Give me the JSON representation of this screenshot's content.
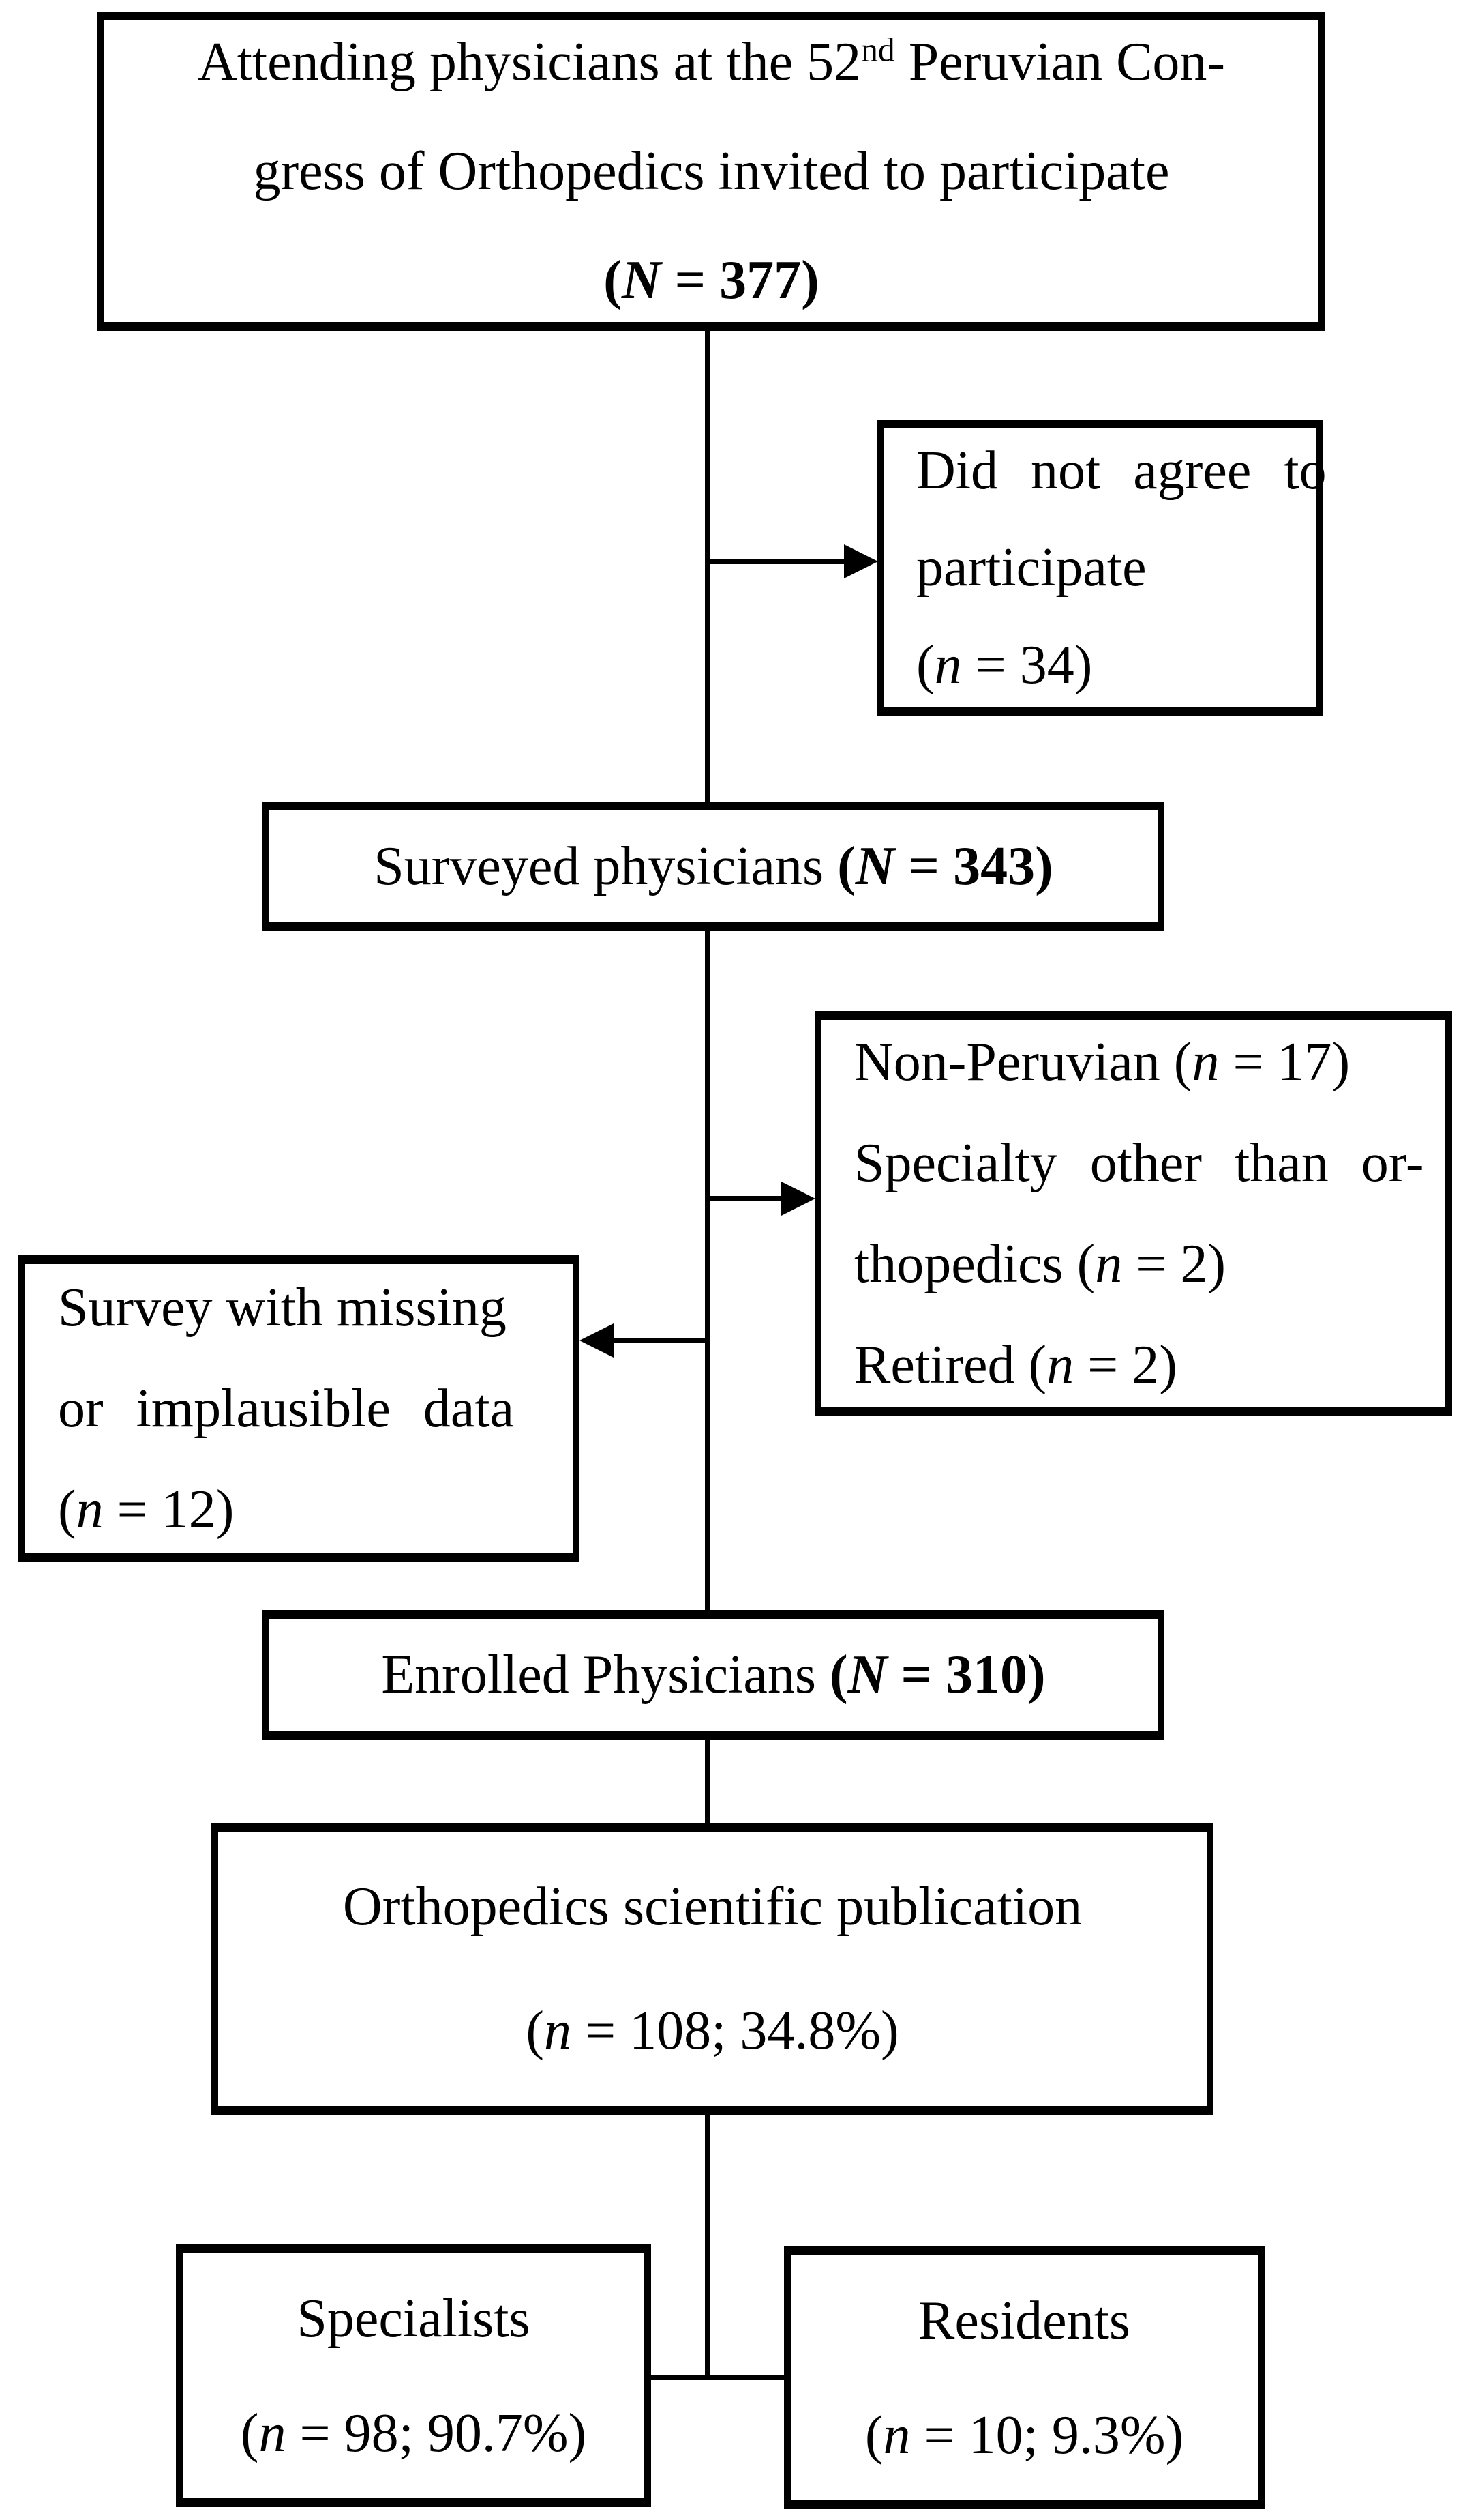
{
  "figure": {
    "type": "study-flowchart",
    "background_color": "#ffffff",
    "line_color": "#000000",
    "text_color": "#000000"
  },
  "boxes": [
    {
      "id": "invited",
      "align": "center",
      "lines": [
        {
          "segments": [
            {
              "t": "Attending physicians at the 52",
              "s": "r"
            },
            {
              "t": "nd",
              "s": "sup"
            },
            {
              "t": " Peruvian Con-",
              "s": "r"
            }
          ]
        },
        {
          "segments": [
            {
              "t": "gress of Orthopedics invited to participate",
              "s": "r"
            }
          ]
        },
        {
          "segments": [
            {
              "t": "(",
              "s": "b"
            },
            {
              "t": "N",
              "s": "bi"
            },
            {
              "t": " = 377)",
              "s": "b"
            }
          ]
        }
      ]
    },
    {
      "id": "didnotagree",
      "align": "left",
      "lines": [
        {
          "justify": true,
          "segments": [
            {
              "t": "Did not agree to",
              "s": "r"
            }
          ]
        },
        {
          "segments": [
            {
              "t": "participate",
              "s": "r"
            }
          ]
        },
        {
          "segments": [
            {
              "t": "(",
              "s": "r"
            },
            {
              "t": "n",
              "s": "i"
            },
            {
              "t": " = 34)",
              "s": "r"
            }
          ]
        }
      ]
    },
    {
      "id": "surveyed",
      "align": "center",
      "lines": [
        {
          "segments": [
            {
              "t": "Surveyed physicians ",
              "s": "r"
            },
            {
              "t": "(",
              "s": "b"
            },
            {
              "t": "N",
              "s": "bi"
            },
            {
              "t": " = 343)",
              "s": "b"
            }
          ]
        }
      ]
    },
    {
      "id": "excluded",
      "align": "left",
      "lines": [
        {
          "segments": [
            {
              "t": "Non-Peruvian (",
              "s": "r"
            },
            {
              "t": "n",
              "s": "i"
            },
            {
              "t": " = 17)",
              "s": "r"
            }
          ]
        },
        {
          "justify": true,
          "segments": [
            {
              "t": "Specialty other than or-",
              "s": "r"
            }
          ]
        },
        {
          "segments": [
            {
              "t": "thopedics (",
              "s": "r"
            },
            {
              "t": "n",
              "s": "i"
            },
            {
              "t": " = 2)",
              "s": "r"
            }
          ]
        },
        {
          "segments": [
            {
              "t": "Retired (",
              "s": "r"
            },
            {
              "t": "n",
              "s": "i"
            },
            {
              "t": " = 2)",
              "s": "r"
            }
          ]
        }
      ]
    },
    {
      "id": "missing",
      "align": "left",
      "lines": [
        {
          "segments": [
            {
              "t": "Survey with missing",
              "s": "r"
            }
          ]
        },
        {
          "justify": true,
          "segments": [
            {
              "t": "or implausible data",
              "s": "r"
            }
          ]
        },
        {
          "segments": [
            {
              "t": "(",
              "s": "r"
            },
            {
              "t": "n",
              "s": "i"
            },
            {
              "t": " = 12)",
              "s": "r"
            }
          ]
        }
      ]
    },
    {
      "id": "enrolled",
      "align": "center",
      "lines": [
        {
          "segments": [
            {
              "t": "Enrolled Physicians ",
              "s": "r"
            },
            {
              "t": "(",
              "s": "b"
            },
            {
              "t": "N",
              "s": "bi"
            },
            {
              "t": " = 310)",
              "s": "b"
            }
          ]
        }
      ]
    },
    {
      "id": "publication",
      "align": "center",
      "lines": [
        {
          "segments": [
            {
              "t": "Orthopedics scientific publication",
              "s": "r"
            }
          ]
        },
        {
          "segments": [
            {
              "t": "(",
              "s": "r"
            },
            {
              "t": "n",
              "s": "i"
            },
            {
              "t": " = 108; 34.8%)",
              "s": "r"
            }
          ]
        }
      ]
    },
    {
      "id": "specialists",
      "align": "center",
      "lines": [
        {
          "segments": [
            {
              "t": "Specialists",
              "s": "r"
            }
          ]
        },
        {
          "segments": [
            {
              "t": "(",
              "s": "r"
            },
            {
              "t": "n",
              "s": "i"
            },
            {
              "t": " = 98; 90.7%)",
              "s": "r"
            }
          ]
        }
      ]
    },
    {
      "id": "residents",
      "align": "center",
      "lines": [
        {
          "segments": [
            {
              "t": "Residents",
              "s": "r"
            }
          ]
        },
        {
          "segments": [
            {
              "t": "(",
              "s": "r"
            },
            {
              "t": "n",
              "s": "i"
            },
            {
              "t": " = 10; 9.3%)",
              "s": "r"
            }
          ]
        }
      ]
    }
  ]
}
